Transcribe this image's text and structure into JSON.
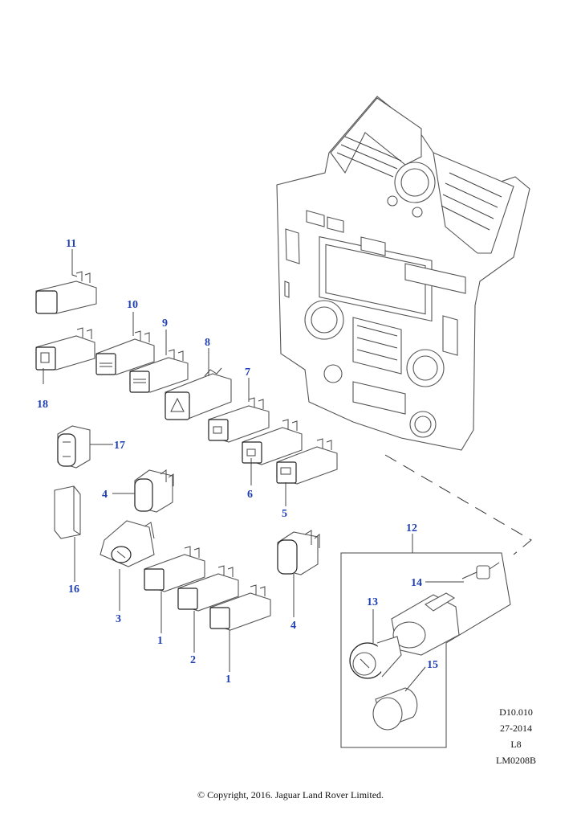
{
  "diagram": {
    "callouts": [
      {
        "id": "c11",
        "text": "11"
      },
      {
        "id": "c10",
        "text": "10"
      },
      {
        "id": "c9",
        "text": "9"
      },
      {
        "id": "c8",
        "text": "8"
      },
      {
        "id": "c7",
        "text": "7"
      },
      {
        "id": "c18",
        "text": "18"
      },
      {
        "id": "c17",
        "text": "17"
      },
      {
        "id": "c6",
        "text": "6"
      },
      {
        "id": "c5",
        "text": "5"
      },
      {
        "id": "c4a",
        "text": "4"
      },
      {
        "id": "c16",
        "text": "16"
      },
      {
        "id": "c3",
        "text": "3"
      },
      {
        "id": "c1a",
        "text": "1"
      },
      {
        "id": "c2",
        "text": "2"
      },
      {
        "id": "c1b",
        "text": "1"
      },
      {
        "id": "c4b",
        "text": "4"
      },
      {
        "id": "c12",
        "text": "12"
      },
      {
        "id": "c14",
        "text": "14"
      },
      {
        "id": "c13",
        "text": "13"
      },
      {
        "id": "c15",
        "text": "15"
      }
    ]
  },
  "reference": {
    "line1": "D10.010",
    "line2": "27-2014",
    "line3": "L8",
    "line4": "LM0208B"
  },
  "footer": {
    "copyright": "© Copyright, 2016. Jaguar Land Rover Limited."
  },
  "colors": {
    "callout": "#1f3fb4",
    "line": "#444444"
  }
}
